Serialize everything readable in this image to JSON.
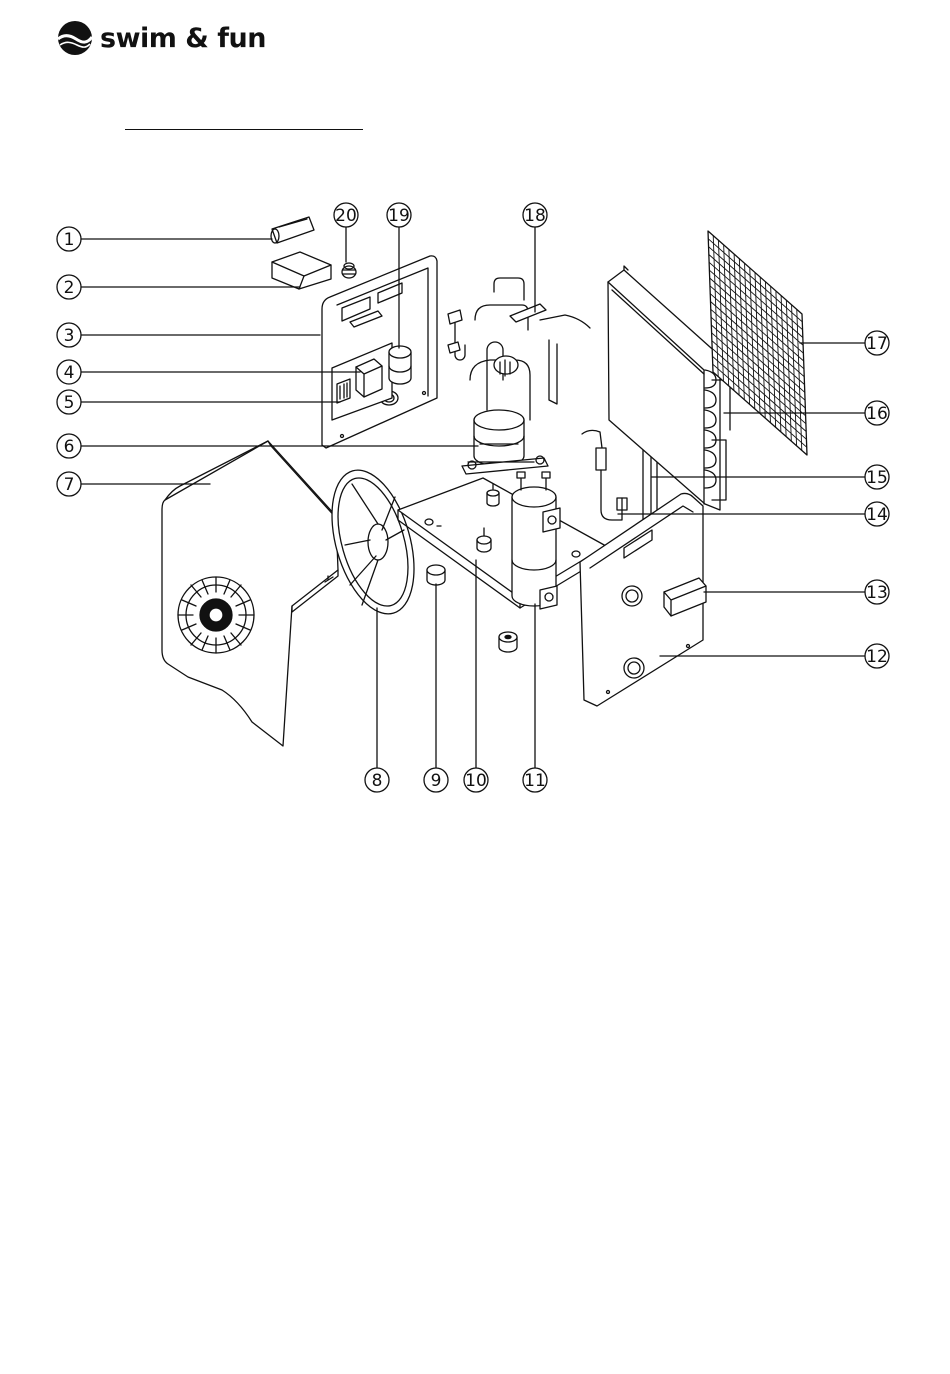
{
  "brand": {
    "name": "swim & fun",
    "logo_icon": "swim-and-fun-wave-logo-icon"
  },
  "diagram": {
    "type": "exploded-view",
    "callouts": [
      {
        "number": "1"
      },
      {
        "number": "2"
      },
      {
        "number": "3"
      },
      {
        "number": "4"
      },
      {
        "number": "5"
      },
      {
        "number": "6"
      },
      {
        "number": "7"
      },
      {
        "number": "8"
      },
      {
        "number": "9"
      },
      {
        "number": "10"
      },
      {
        "number": "11"
      },
      {
        "number": "12"
      },
      {
        "number": "13"
      },
      {
        "number": "14"
      },
      {
        "number": "15"
      },
      {
        "number": "16"
      },
      {
        "number": "17"
      },
      {
        "number": "18"
      },
      {
        "number": "19"
      },
      {
        "number": "20"
      }
    ]
  },
  "colors": {
    "line": "#111111",
    "background": "#ffffff"
  }
}
